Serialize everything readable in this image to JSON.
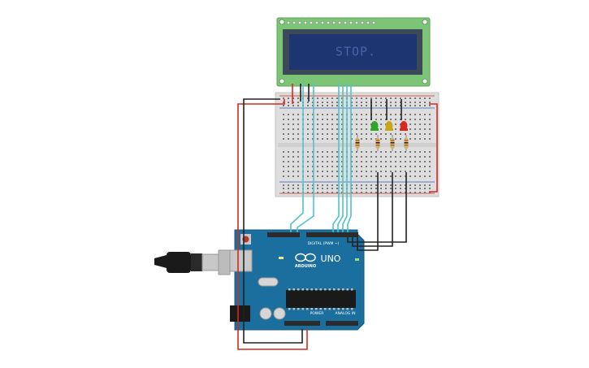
{
  "lcd": {
    "display_text": "STOP.",
    "pcb_color": "#7cc576",
    "screen_color": "#1d3570",
    "text_color": "#4a63a8"
  },
  "arduino": {
    "brand_label": "ARDUINO",
    "model_label": "UNO",
    "digital_header_label": "DIGITAL (PWM ~)",
    "power_header_label": "POWER",
    "analog_header_label": "ANALOG IN",
    "board_color": "#1b6f9e"
  },
  "leds": [
    {
      "name": "green-led",
      "color": "#2fa52f"
    },
    {
      "name": "yellow-led",
      "color": "#c9a51a"
    },
    {
      "name": "red-led",
      "color": "#d42a1f"
    }
  ],
  "wire_colors": {
    "ground": "#222222",
    "power": "#d42a1f",
    "signal": "#4fc3c9"
  },
  "icons": {
    "usb_cable": "usb-cable-icon",
    "power_jack": "power-jack-icon",
    "reset_button": "reset-button-icon"
  }
}
